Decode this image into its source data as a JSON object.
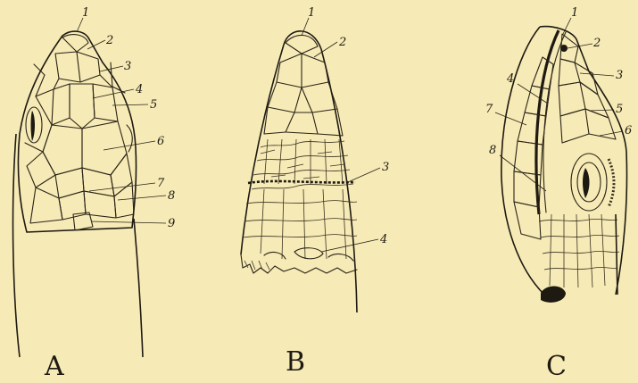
{
  "panels": [
    {
      "letter": "A",
      "labels": [
        "1",
        "2",
        "3",
        "4",
        "5",
        "6",
        "7",
        "8",
        "9"
      ]
    },
    {
      "letter": "B",
      "labels": [
        "1",
        "2",
        "3",
        "4"
      ]
    },
    {
      "letter": "C",
      "labels": [
        "1",
        "2",
        "3",
        "4",
        "5",
        "6",
        "7",
        "8"
      ]
    }
  ]
}
